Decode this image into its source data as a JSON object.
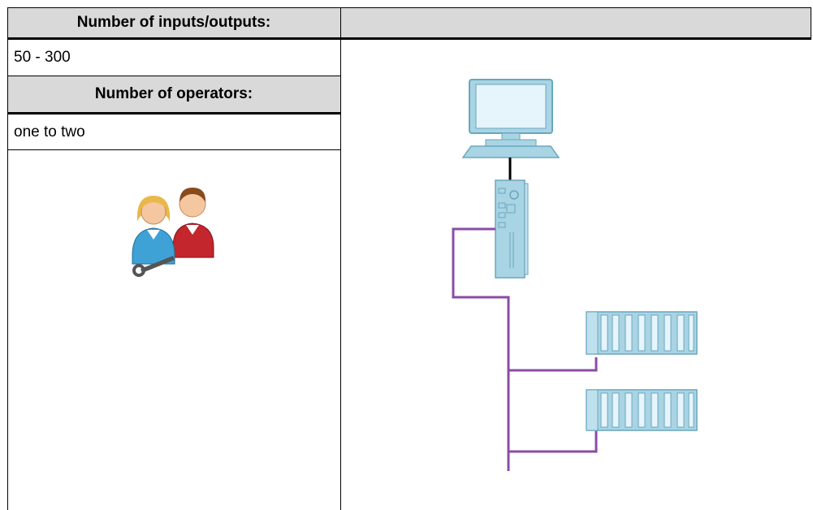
{
  "left_column": {
    "io_header": "Number of inputs/outputs:",
    "io_value": "50 - 300",
    "operators_header": "Number of operators:",
    "operators_value": "one to two"
  },
  "right_column": {
    "header": ""
  },
  "icons": {
    "operators_image": "operators-icon",
    "workstation": "desktop-pc-icon",
    "controller": "automation-station-icon",
    "io_rack": "io-module-rack-icon"
  },
  "colors": {
    "header_bg": "#d9d9d9",
    "bus_line": "#8b4ca6",
    "device_fill": "#a9d4e4",
    "device_stroke": "#6aa6be",
    "person_blue": "#3ea2d6",
    "person_red": "#c3262d"
  }
}
